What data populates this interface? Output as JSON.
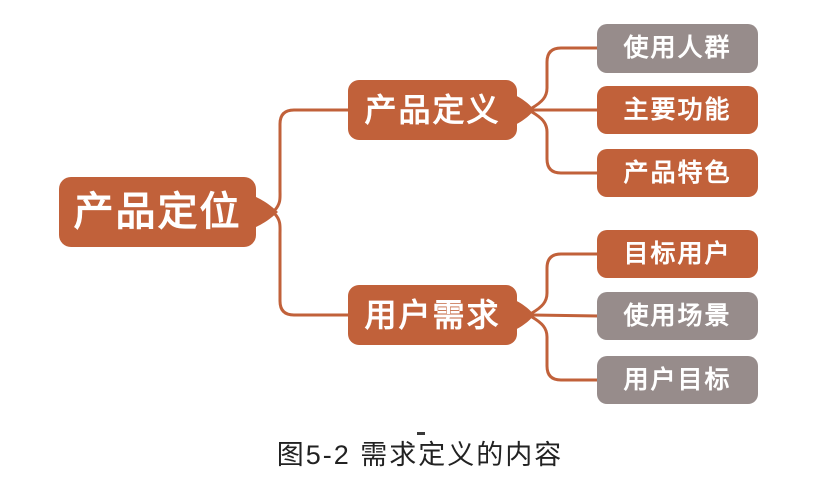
{
  "colors": {
    "node_orange": "#C1613A",
    "node_gray": "#978C8B",
    "node_text": "#FFFFFF",
    "connector": "#C1613A",
    "caption_text": "#222222",
    "background": "#FFFFFF"
  },
  "diagram": {
    "root": {
      "label": "产品定位",
      "color": "orange"
    },
    "branches": [
      {
        "label": "产品定义",
        "color": "orange",
        "children": [
          {
            "label": "使用人群",
            "color": "gray"
          },
          {
            "label": "主要功能",
            "color": "orange"
          },
          {
            "label": "产品特色",
            "color": "orange"
          }
        ]
      },
      {
        "label": "用户需求",
        "color": "orange",
        "children": [
          {
            "label": "目标用户",
            "color": "orange"
          },
          {
            "label": "使用场景",
            "color": "gray"
          },
          {
            "label": "用户目标",
            "color": "gray"
          }
        ]
      }
    ]
  },
  "caption": {
    "text": "图5-2 需求定义的内容"
  }
}
